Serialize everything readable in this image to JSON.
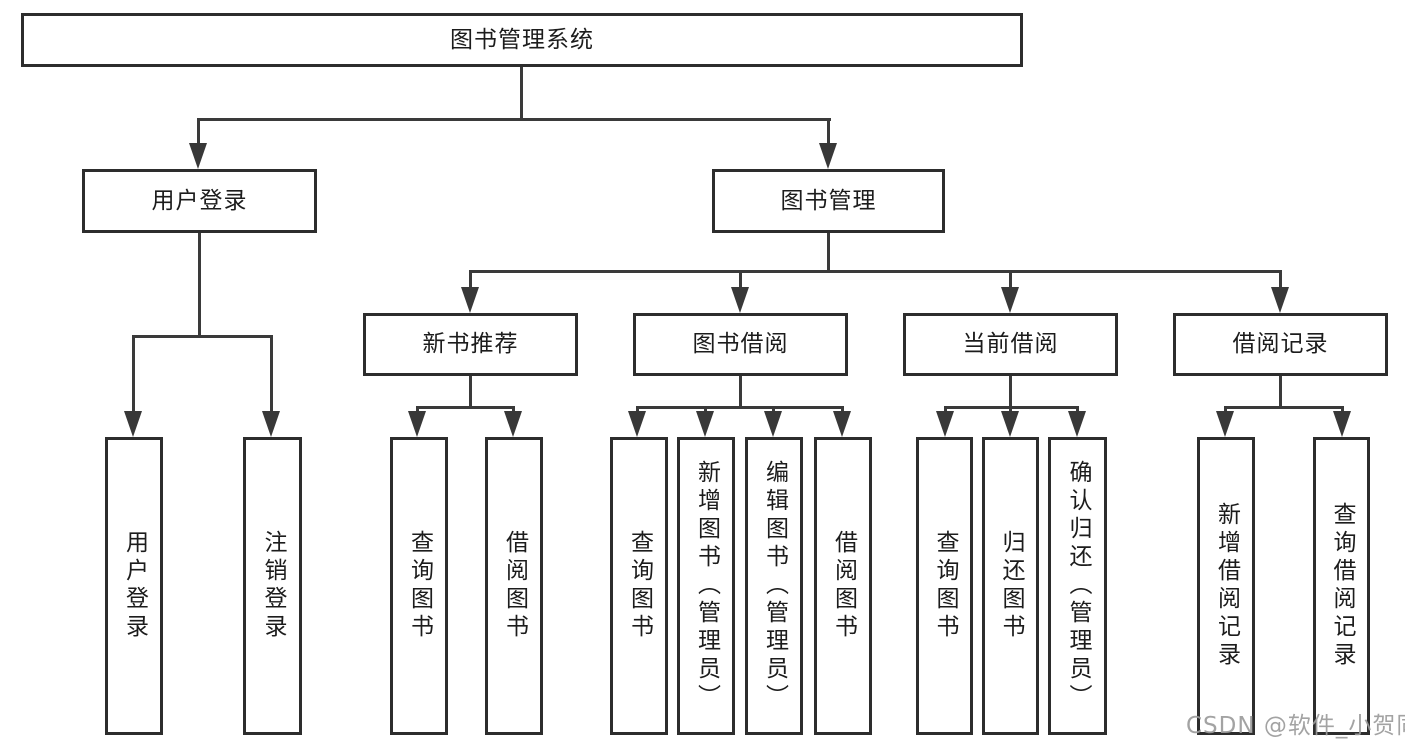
{
  "diagram": {
    "root": "图书管理系统",
    "level2": [
      {
        "label": "用户登录",
        "leaves": [
          "用户登录",
          "注销登录"
        ]
      },
      {
        "label": "图书管理",
        "groups": [
          {
            "label": "新书推荐",
            "leaves": [
              "查询图书",
              "借阅图书"
            ]
          },
          {
            "label": "图书借阅",
            "leaves": [
              "查询图书",
              "新增图书（管理员）",
              "编辑图书（管理员）",
              "借阅图书"
            ]
          },
          {
            "label": "当前借阅",
            "leaves": [
              "查询图书",
              "归还图书",
              "确认归还（管理员）"
            ]
          },
          {
            "label": "借阅记录",
            "leaves": [
              "新增借阅记录",
              "查询借阅记录"
            ]
          }
        ]
      }
    ]
  },
  "watermark": {
    "text": "CSDN @软件_小贺同学"
  },
  "colors": {
    "background": "#ffffff",
    "line": "#3a3a3a",
    "box_border": "#2d2d2d",
    "text": "#1c1c1c",
    "watermark": "#9c9c9c"
  }
}
